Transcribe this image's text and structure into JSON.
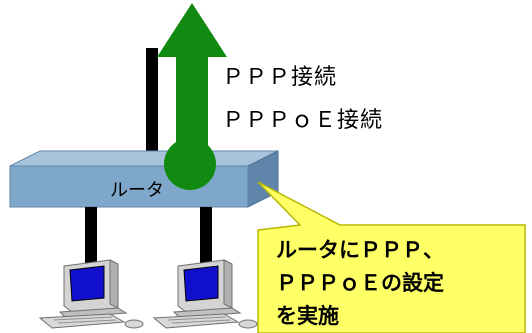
{
  "diagram": {
    "connection_labels": [
      "ＰＰＰ接続",
      "ＰＰＰｏＥ接続"
    ],
    "router_label": "ルータ",
    "callout_lines": [
      "ルータにＰＰＰ、",
      "ＰＰＰｏＥの設定",
      "を実施"
    ]
  },
  "colors": {
    "arrow": "#118a11",
    "router_box": "#7fa7c9",
    "callout_fill": "#ffff66",
    "monitor_screen": "#1010cc"
  }
}
